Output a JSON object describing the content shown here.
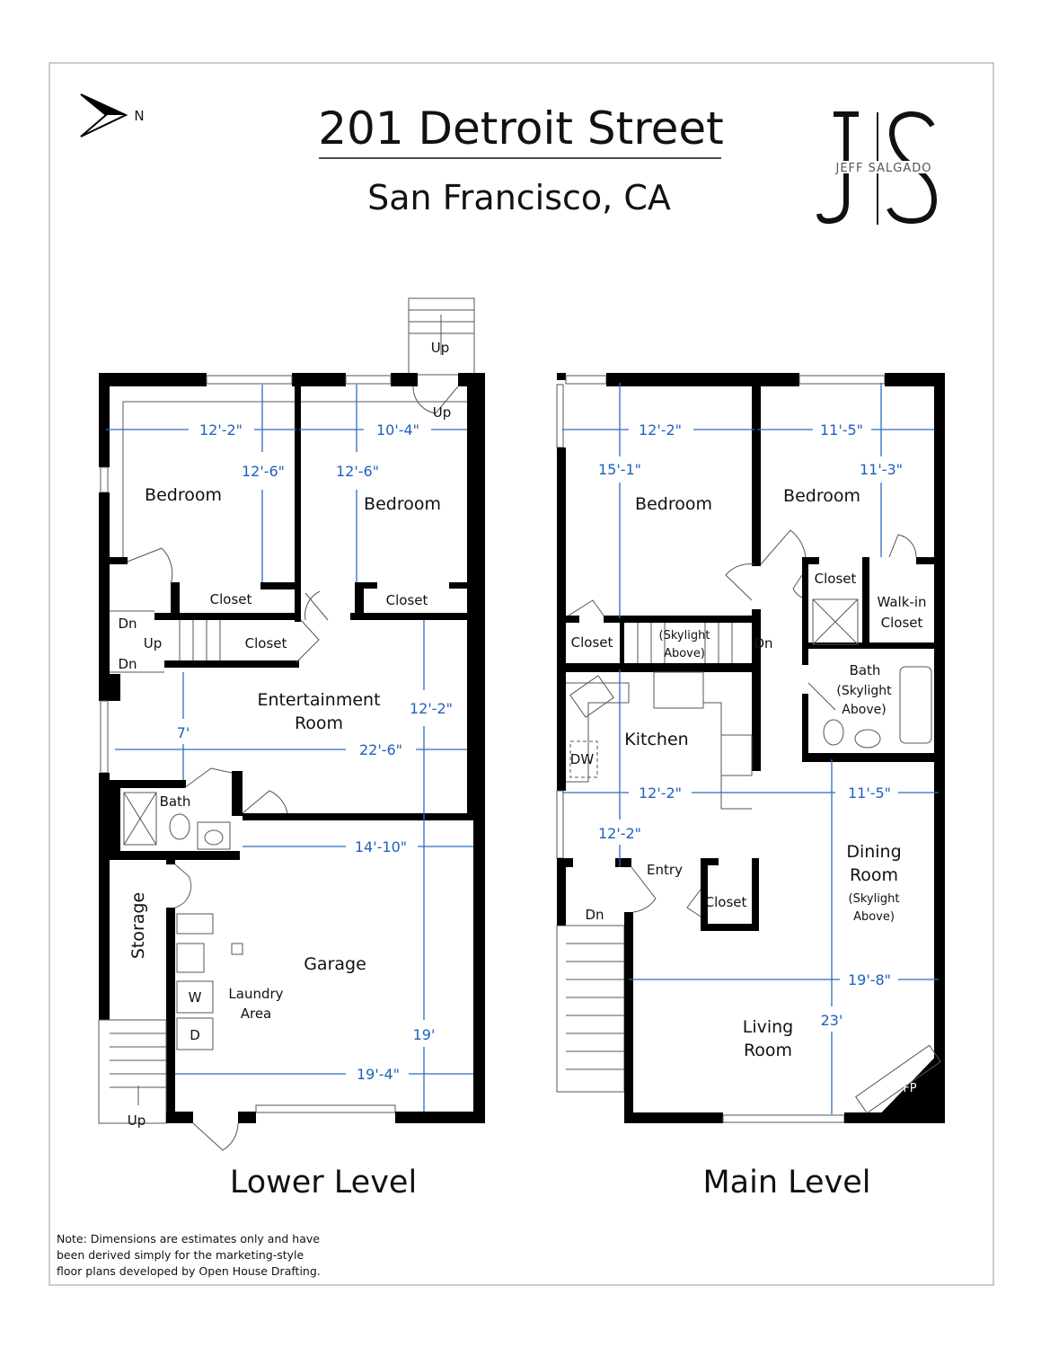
{
  "header": {
    "title": "201 Detroit Street",
    "subtitle": "San Francisco, CA",
    "north_label": "N",
    "north_icon": "north-arrow-icon"
  },
  "logo": {
    "monogram": "J|S",
    "name": "JEFF SALGADO"
  },
  "lower_level": {
    "label": "Lower Level",
    "rooms": {
      "bedroom1": "Bedroom",
      "bedroom2": "Bedroom",
      "closet1": "Closet",
      "closet2": "Closet",
      "closet3": "Closet",
      "entertainment1": "Entertainment",
      "entertainment2": "Room",
      "bath": "Bath",
      "storage": "Storage",
      "garage": "Garage",
      "laundry1": "Laundry",
      "laundry2": "Area",
      "washer": "W",
      "dryer": "D"
    },
    "stairs": {
      "up_top": "Up",
      "up_entry": "Up",
      "dn1": "Dn",
      "up_mid": "Up",
      "dn2": "Dn",
      "up_bottom": "Up"
    },
    "dimensions": {
      "bed1_w": "12'-2\"",
      "bed1_h": "12'-6\"",
      "bed2_w": "10'-4\"",
      "bed2_h": "12'-6\"",
      "ent_h": "12'-2\"",
      "ent_small": "7'",
      "ent_w": "22'-6\"",
      "garage_w1": "14'-10\"",
      "garage_h": "19'",
      "garage_w2": "19'-4\""
    }
  },
  "main_level": {
    "label": "Main Level",
    "rooms": {
      "bedroom1": "Bedroom",
      "bedroom2": "Bedroom",
      "closet1": "Closet",
      "closet2": "Closet",
      "walkin1": "Walk-in",
      "walkin2": "Closet",
      "skylight_stair1": "(Skylight",
      "skylight_stair2": "Above)",
      "bath1": "Bath",
      "bath2": "(Skylight",
      "bath3": "Above)",
      "kitchen": "Kitchen",
      "dw": "DW",
      "entry": "Entry",
      "closet3": "Closet",
      "dining1": "Dining",
      "dining2": "Room",
      "dining3": "(Skylight",
      "dining4": "Above)",
      "living1": "Living",
      "living2": "Room",
      "fp": "FP"
    },
    "stairs": {
      "dn1": "Dn",
      "dn2": "Dn"
    },
    "dimensions": {
      "bed1_w": "12'-2\"",
      "bed1_h": "15'-1\"",
      "bed2_w": "11'-5\"",
      "bed2_h": "11'-3\"",
      "kitchen_w": "12'-2\"",
      "dining_w": "11'-5\"",
      "entry_h": "12'-2\"",
      "living_w": "19'-8\"",
      "living_h": "23'"
    }
  },
  "note": {
    "line1": "Note: Dimensions are estimates only and have",
    "line2": "been derived simply for the marketing-style",
    "line3": "floor plans developed by Open House Drafting."
  }
}
